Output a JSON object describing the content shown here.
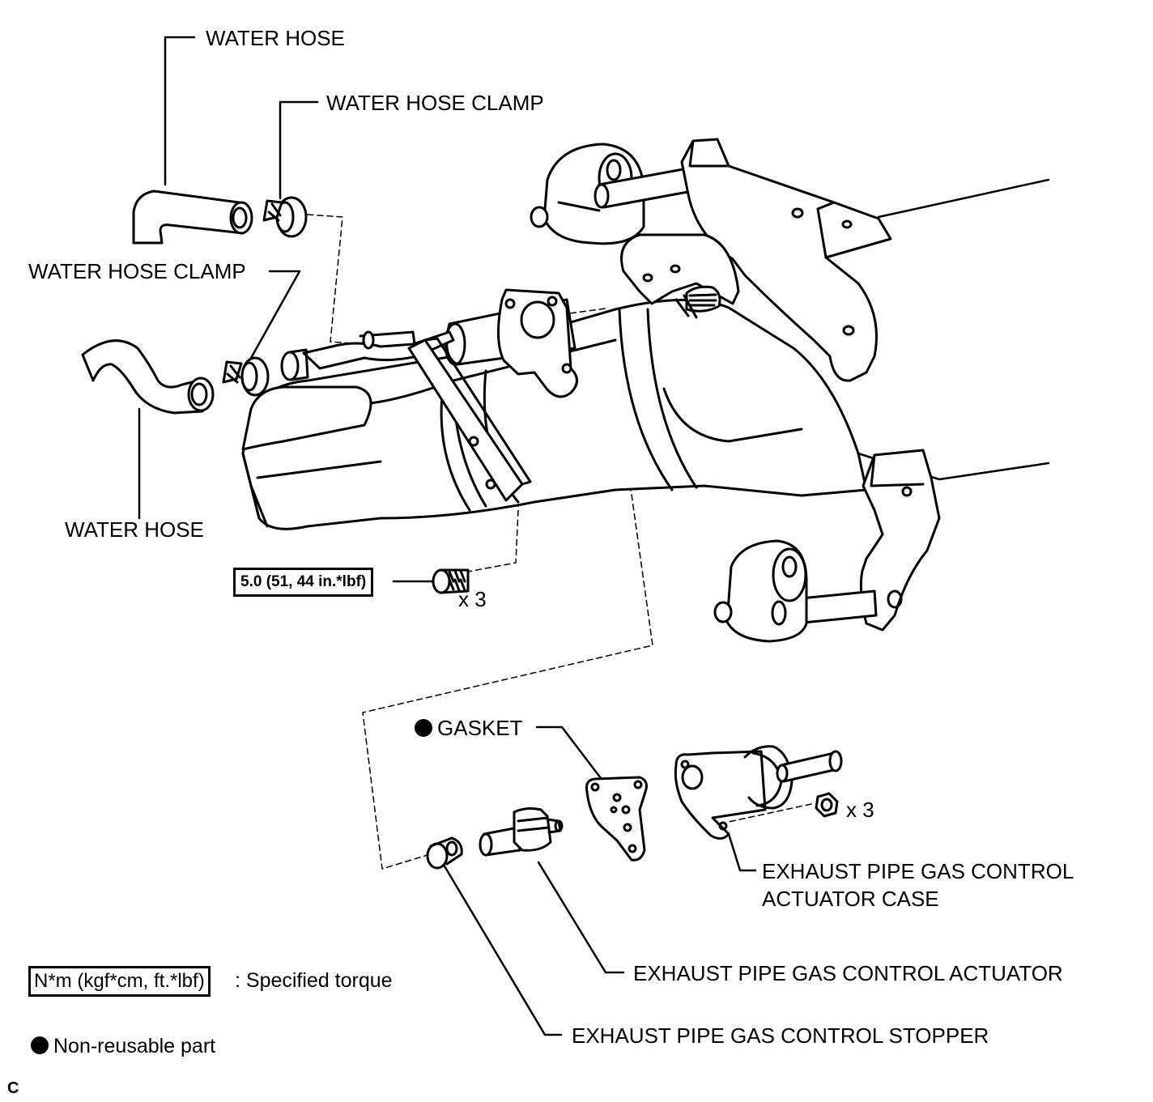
{
  "labels": {
    "water_hose_upper": "WATER HOSE",
    "water_hose_clamp_upper": "WATER HOSE CLAMP",
    "water_hose_clamp_lower": "WATER HOSE CLAMP",
    "water_hose_lower": "WATER HOSE",
    "torque_value": "5.0 (51, 44 in.*lbf)",
    "bolt_count": "x 3",
    "gasket": "GASKET",
    "nut_count": "x 3",
    "actuator_case_line1": "EXHAUST PIPE GAS CONTROL",
    "actuator_case_line2": "ACTUATOR CASE",
    "actuator": "EXHAUST PIPE GAS CONTROL ACTUATOR",
    "stopper": "EXHAUST PIPE GAS CONTROL STOPPER"
  },
  "legend": {
    "torque_unit_box": "N*m (kgf*cm, ft.*lbf)",
    "torque_desc": ": Specified torque",
    "nonreusable_desc": "Non-reusable part"
  },
  "corner_mark": "C",
  "icons": [
    "non-reusable-dot-icon"
  ]
}
